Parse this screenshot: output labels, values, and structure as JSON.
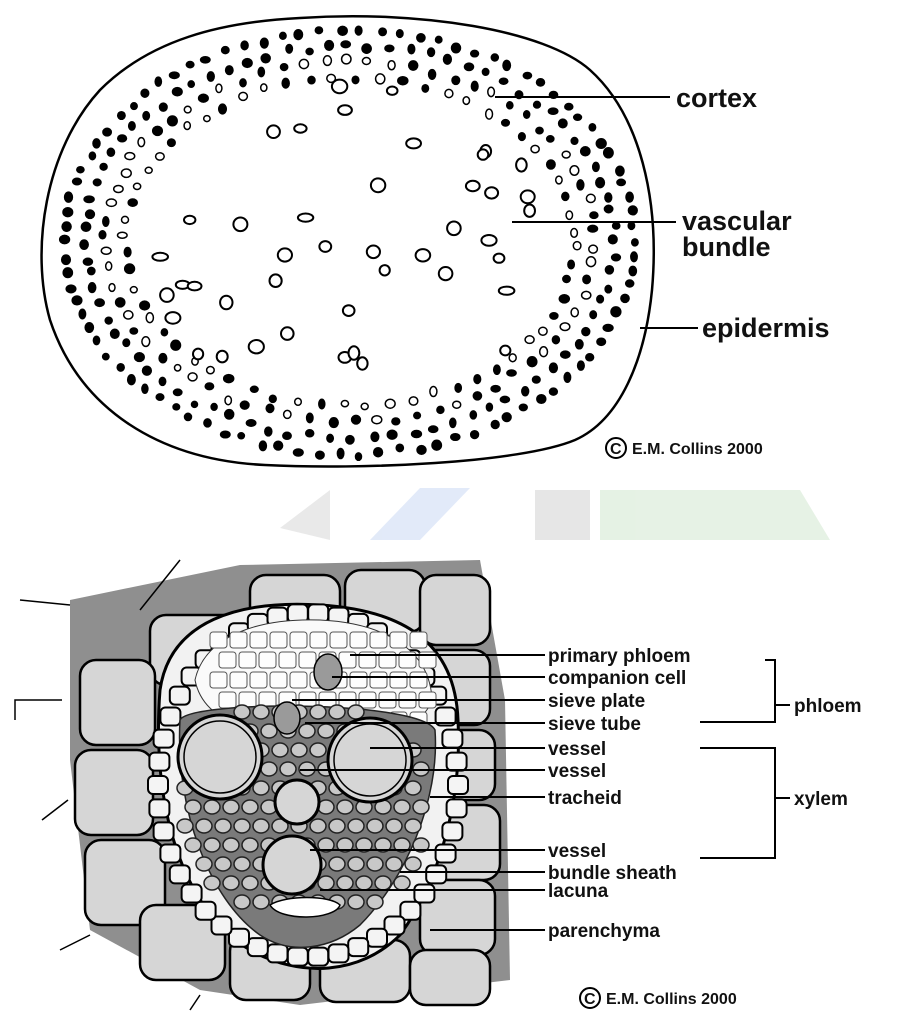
{
  "diagram_top": {
    "labels": {
      "cortex": "cortex",
      "vascular_line1": "vascular",
      "vascular_line2": "bundle",
      "epidermis": "epidermis"
    },
    "copyright_symbol": "C",
    "copyright": "E.M. Collins 2000"
  },
  "diagram_bottom": {
    "labels": {
      "primary_phloem": "primary phloem",
      "companion_cell": "companion cell",
      "sieve_plate": "sieve plate",
      "sieve_tube": "sieve tube",
      "vessel_1": "vessel",
      "vessel_2": "vessel",
      "tracheid": "tracheid",
      "vessel_3": "vessel",
      "bundle_sheath": "bundle sheath",
      "lacuna": "lacuna",
      "parenchyma": "parenchyma"
    },
    "groups": {
      "phloem": "phloem",
      "xylem": "xylem"
    },
    "copyright_symbol": "C",
    "copyright": "E.M. Collins 2000"
  },
  "colors": {
    "cell_fill": "#d6d6d6",
    "outline": "#111111",
    "watermark_blue": "#dfe8f8",
    "watermark_green": "#e3f1e2"
  }
}
